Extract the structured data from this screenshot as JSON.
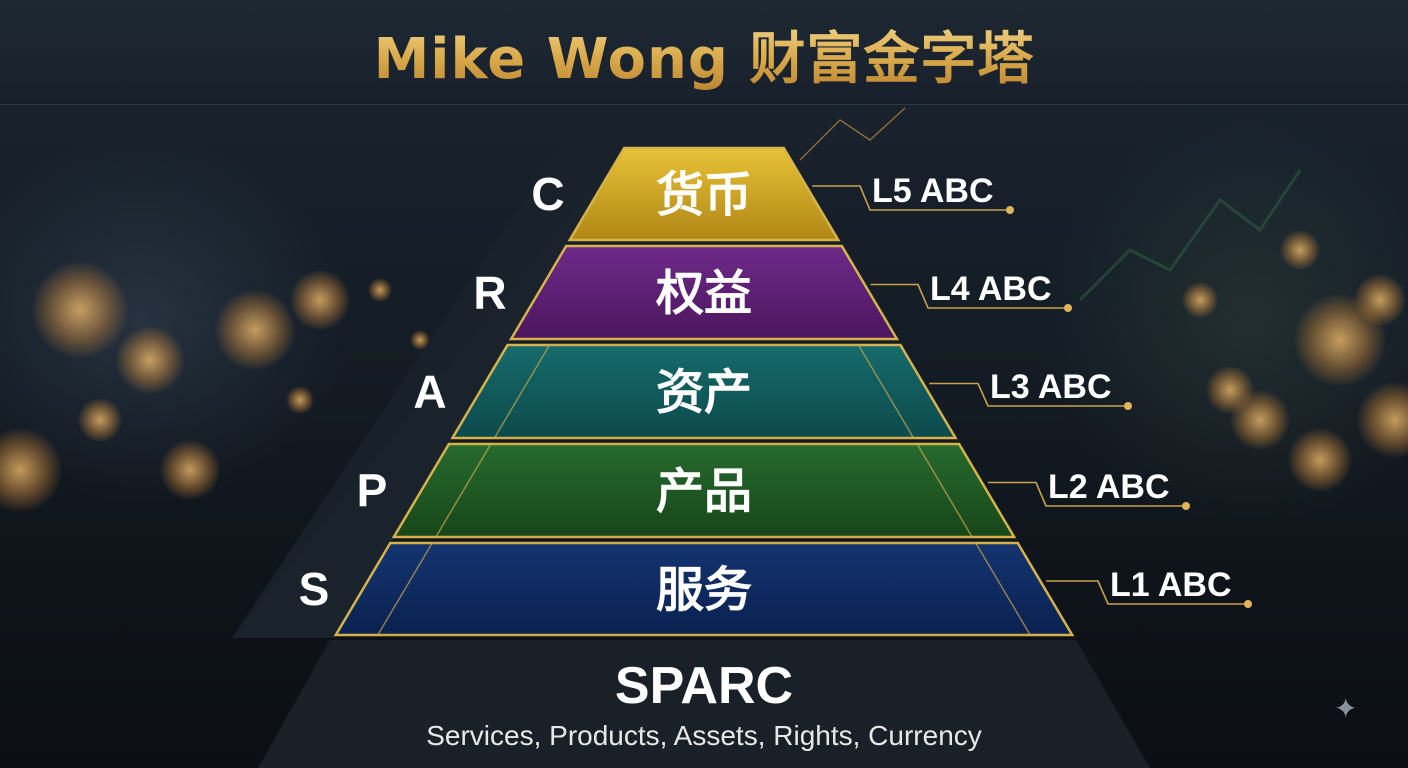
{
  "title": "Mike Wong 财富金字塔",
  "tiers": [
    {
      "label": "货币",
      "letter": "C",
      "level": "L5 ABC",
      "color": "#c49a15"
    },
    {
      "label": "权益",
      "letter": "R",
      "level": "L4 ABC",
      "color": "#5c1f73"
    },
    {
      "label": "资产",
      "letter": "A",
      "level": "L3 ABC",
      "color": "#0f5a5a"
    },
    {
      "label": "产品",
      "letter": "P",
      "level": "L2 ABC",
      "color": "#1f5226"
    },
    {
      "label": "服务",
      "letter": "S",
      "level": "L1 ABC",
      "color": "#0e2a5c"
    }
  ],
  "footer": {
    "acronym": "SPARC",
    "subtitle": "Services, Products, Assets, Rights, Currency"
  },
  "colors": {
    "gold": "#d6b24a",
    "background": "#141c25"
  },
  "icons": {
    "corner": "sparkle-icon"
  }
}
